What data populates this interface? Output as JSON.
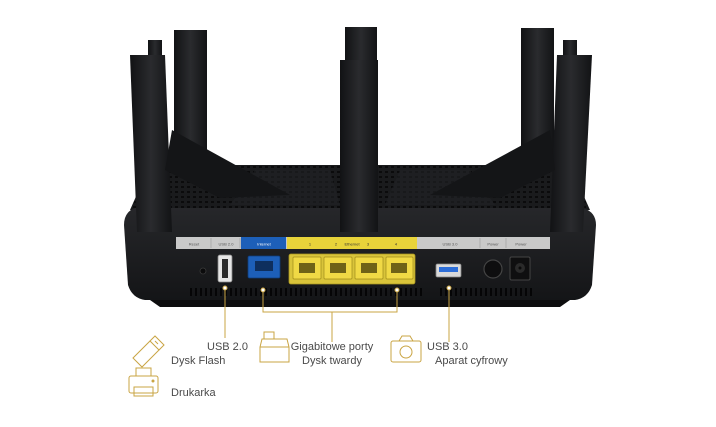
{
  "router": {
    "panel_labels": {
      "reset": "Reset",
      "usb2": "USB 2.0",
      "internet": "Internet",
      "port1": "1",
      "port2": "2",
      "ethernet": "Ethernet",
      "port3": "3",
      "port4": "4",
      "usb3": "USB 3.0",
      "power_switch": "Power",
      "power": "Power"
    },
    "colors": {
      "body": "#1b1c1e",
      "strip": "#c9c9c9",
      "internet": "#1d5fb8",
      "ethernet": "#e8d33a",
      "usb3": "#2d6ed8",
      "accent": "#c9a443"
    }
  },
  "callouts": {
    "usb2": {
      "title": "USB 2.0",
      "item": "Dysk Flash"
    },
    "printer": {
      "item": "Drukarka"
    },
    "ethernet": {
      "title": "Gigabitowe porty",
      "item": "Dysk twardy"
    },
    "usb3": {
      "title": "USB 3.0",
      "item": "Aparat cyfrowy"
    }
  }
}
